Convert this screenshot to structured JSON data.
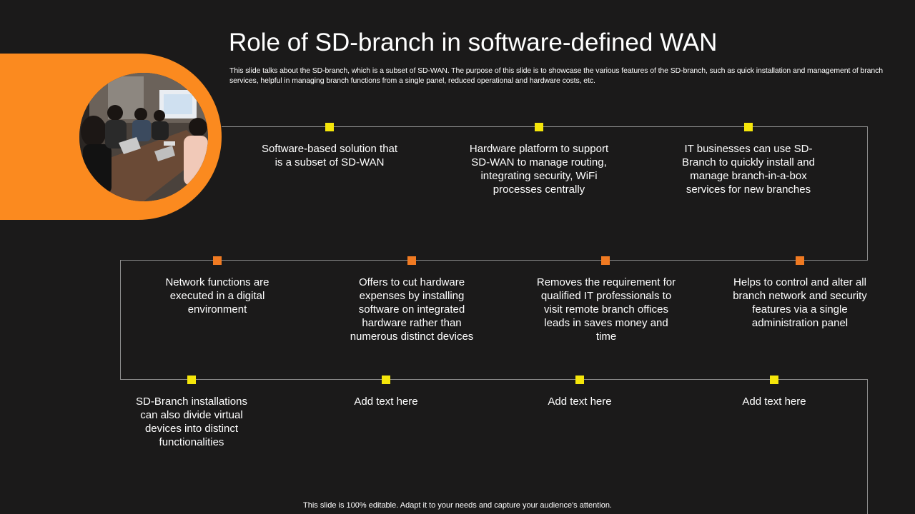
{
  "slide": {
    "title": "Role of SD-branch in software-defined WAN",
    "subtitle": "This slide talks about the SD-branch, which is a subset of SD-WAN.  The purpose of this slide is to showcase the various features of the SD-branch, such as quick installation and management of branch services, helpful in managing branch functions from a single panel, reduced operational and hardware costs, etc.",
    "footer": "This slide is 100% editable. Adapt it to your needs and capture your audience's attention."
  },
  "colors": {
    "background": "#1b1a1a",
    "accent_orange": "#fb8a1f",
    "marker_yellow": "#f5e60a",
    "marker_orange": "#f07a22",
    "line": "#8f8f8f"
  },
  "steps_row1": [
    {
      "text": "Software-based solution that is a subset of SD-WAN"
    },
    {
      "text": "Hardware platform to support SD-WAN to manage routing, integrating security, WiFi processes centrally"
    },
    {
      "text": "IT businesses can use SD-Branch to quickly install and manage branch-in-a-box services for new branches"
    }
  ],
  "steps_row2": [
    {
      "text": "Network functions are executed in a digital environment"
    },
    {
      "text": "Offers to cut hardware expenses by installing software on integrated hardware rather than numerous distinct devices"
    },
    {
      "text": "Removes the requirement for qualified IT professionals to visit remote branch offices leads in saves money and time"
    },
    {
      "text": "Helps to control and alter all branch network and security features via a single administration panel"
    }
  ],
  "steps_row3": [
    {
      "text": "SD-Branch installations can also divide virtual devices into distinct functionalities"
    },
    {
      "text": "Add text here"
    },
    {
      "text": "Add text here"
    },
    {
      "text": "Add text here"
    }
  ]
}
